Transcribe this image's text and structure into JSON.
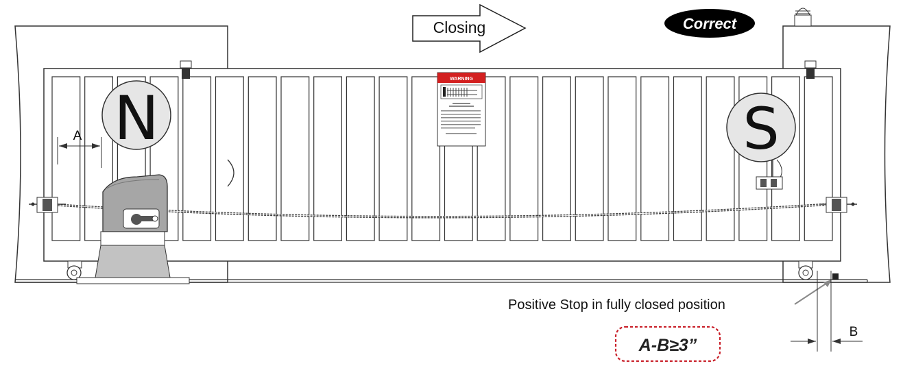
{
  "arrow_label": "Closing",
  "badge_label": "Correct",
  "motor_letter": "N",
  "gate_letter": "S",
  "dim_a": "A",
  "dim_b": "B",
  "stop_label": "Positive Stop in fully closed position",
  "formula": "A-B≥3”",
  "warning_sign": {
    "header": "WARNING"
  },
  "colors": {
    "line": "#333333",
    "motor_gray": "#a6a6a6",
    "circle_fill": "#e6e6e6",
    "badge": "#000000",
    "formula_red": "#c9202a",
    "warning_red": "#d32020"
  },
  "icons": [
    "closing-arrow-icon",
    "beacon-light-icon",
    "warning-sign-icon",
    "gate-motor-icon"
  ]
}
